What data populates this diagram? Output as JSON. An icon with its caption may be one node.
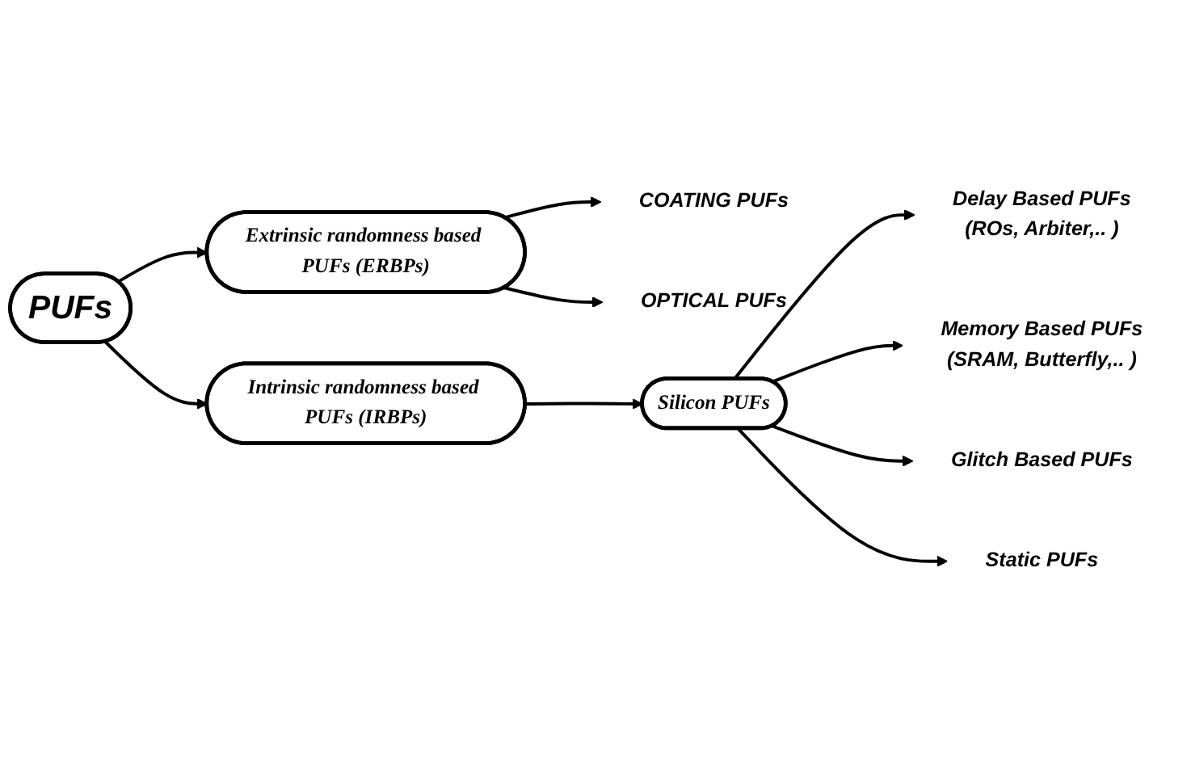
{
  "diagram": {
    "nodes": [
      {
        "text": [
          "PUFs"
        ]
      },
      {
        "text": [
          "Extrinsic randomness based PUFs (ERBPs)"
        ]
      },
      {
        "text": [
          "COATING PUFs"
        ]
      },
      {
        "text": [
          "OPTICAL PUFs"
        ]
      },
      {
        "text": [
          "Intrinsic randomness based PUFs (IRBPs)"
        ]
      },
      {
        "text": [
          "Silicon PUFs"
        ]
      },
      {
        "text": [
          "Delay Based PUFs",
          "(ROs, Arbiter,.. )"
        ]
      },
      {
        "text": [
          "Memory Based PUFs",
          "(SRAM, Butterfly,.. )"
        ]
      },
      {
        "text": [
          "Glitch Based PUFs"
        ]
      },
      {
        "text": [
          "Static PUFs"
        ]
      }
    ],
    "edges": [
      {
        "from": 0,
        "to": 1,
        "arrow": "to"
      },
      {
        "from": 0,
        "to": 4,
        "arrow": "to"
      },
      {
        "from": 1,
        "to": 2,
        "arrow": "to"
      },
      {
        "from": 1,
        "to": 3,
        "arrow": "to"
      },
      {
        "from": 4,
        "to": 5,
        "arrow": "to"
      },
      {
        "from": 5,
        "to": 6,
        "arrow": "to"
      },
      {
        "from": 5,
        "to": 7,
        "arrow": "to"
      },
      {
        "from": 5,
        "to": 8,
        "arrow": "to"
      },
      {
        "from": 5,
        "to": 9,
        "arrow": "to"
      }
    ]
  }
}
